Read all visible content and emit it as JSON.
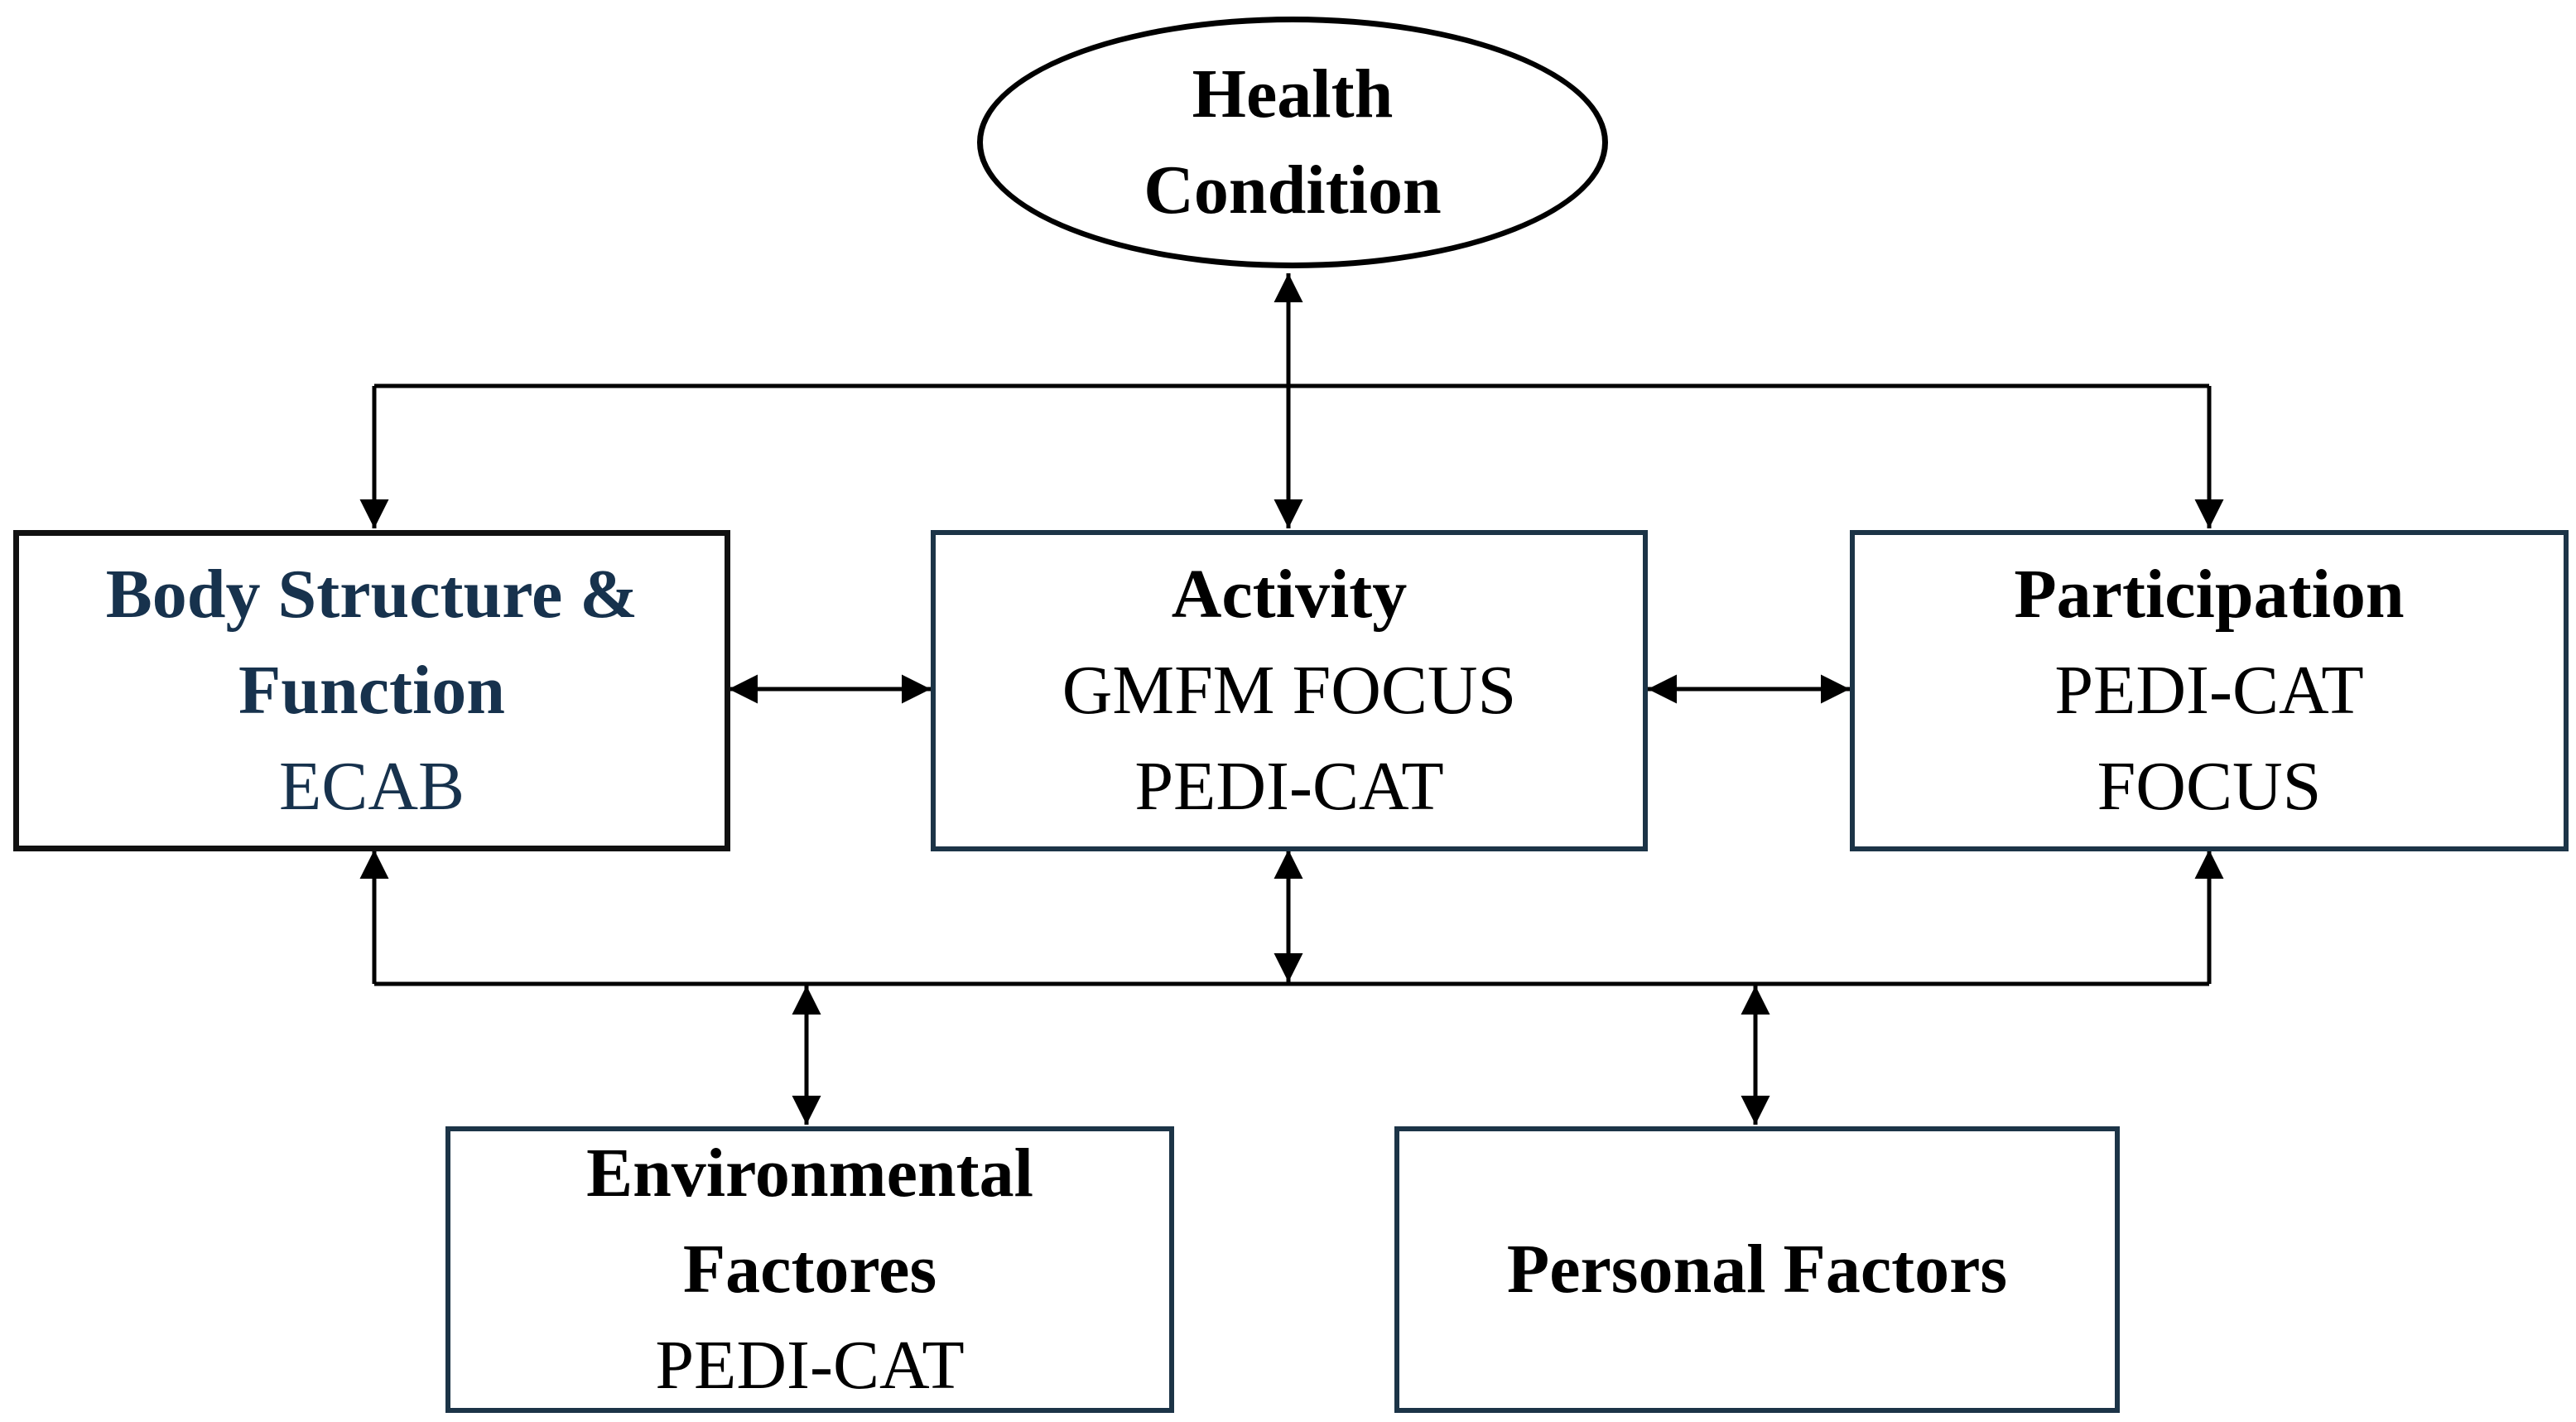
{
  "diagram": {
    "nodes": {
      "health_condition": {
        "title_lines": [
          "Health",
          "Condition"
        ]
      },
      "body_structure_function": {
        "title_lines": [
          "Body Structure &",
          "Function"
        ],
        "measures": [
          "ECAB"
        ]
      },
      "activity": {
        "title_lines": [
          "Activity"
        ],
        "measures": [
          "GMFM FOCUS",
          "PEDI-CAT"
        ]
      },
      "participation": {
        "title_lines": [
          "Participation"
        ],
        "measures": [
          "PEDI-CAT",
          "FOCUS"
        ]
      },
      "environmental_factors": {
        "title_lines": [
          "Environmental",
          "Factores"
        ],
        "measures": [
          "PEDI-CAT"
        ]
      },
      "personal_factors": {
        "title_lines": [
          "Personal Factors"
        ]
      }
    },
    "colors": {
      "line": "#000000",
      "box_border_navy": "#1c3447",
      "body_structure_text": "#17324d"
    }
  }
}
